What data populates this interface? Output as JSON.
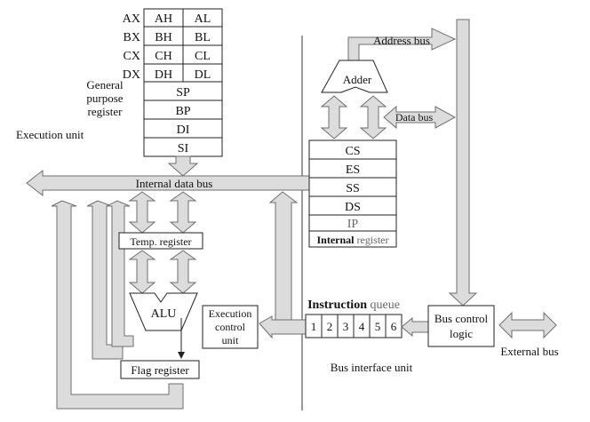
{
  "registers": {
    "ax": "AX",
    "bx": "BX",
    "cx": "CX",
    "dx": "DX",
    "ah": "AH",
    "al": "AL",
    "bh": "BH",
    "bl": "BL",
    "ch": "CH",
    "cl": "CL",
    "dh": "DH",
    "dl": "DL",
    "sp": "SP",
    "bp": "BP",
    "di": "DI",
    "si": "SI"
  },
  "labels": {
    "general_purpose": [
      "General",
      "purpose",
      "register"
    ],
    "execution_unit": "Execution unit",
    "internal_data_bus": "Internal data bus",
    "temp_register": "Temp. register",
    "alu": "ALU",
    "flag_register": "Flag register",
    "execution_control": [
      "Execution",
      "control",
      "unit"
    ],
    "address_bus": "Address bus",
    "adder": "Adder",
    "data_bus": "Data bus",
    "segments": [
      "CS",
      "ES",
      "SS",
      "DS",
      "IP"
    ],
    "internal_register_bold": "Internal",
    "internal_register_rest": " register",
    "instruction_queue_bold": "Instruction",
    "instruction_queue_rest": " queue",
    "queue_slots": [
      "1",
      "2",
      "3",
      "4",
      "5",
      "6"
    ],
    "bus_control": [
      "Bus control",
      "logic"
    ],
    "bus_interface_unit": "Bus interface unit",
    "external_bus": "External bus"
  }
}
